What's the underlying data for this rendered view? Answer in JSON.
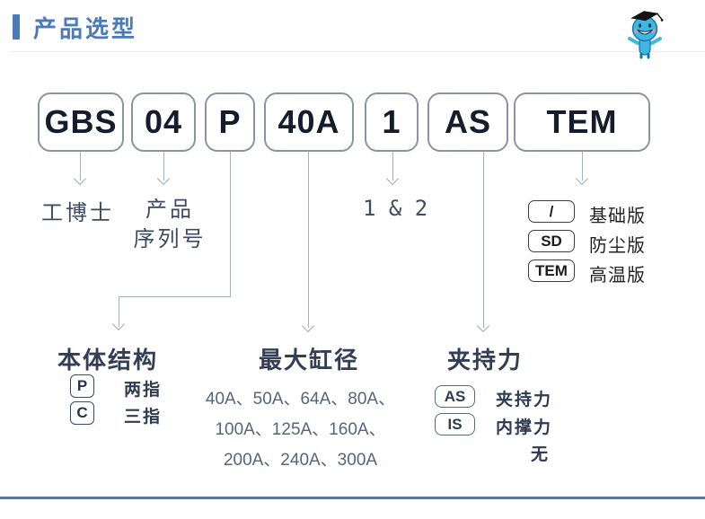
{
  "header": {
    "title": "产品选型"
  },
  "colors": {
    "accent": "#4a7ab8",
    "box_border": "#8a94a6",
    "box_text": "#151d2c"
  },
  "model_code": {
    "segments": [
      "GBS",
      "04",
      "P",
      "40A",
      "1",
      "AS",
      "TEM"
    ]
  },
  "callouts": {
    "brand": {
      "label": "工博士"
    },
    "series": {
      "line1": "产品",
      "line2": "序列号"
    },
    "finger_count": {
      "label": "1 & 2"
    },
    "body_structure": {
      "heading": "本体结构",
      "options": [
        {
          "code": "P",
          "desc": "两指"
        },
        {
          "code": "C",
          "desc": "三指"
        }
      ]
    },
    "max_bore": {
      "heading": "最大缸径",
      "lines": [
        "40A、50A、64A、80A、",
        "100A、125A、160A、",
        "200A、240A、300A"
      ]
    },
    "grip_force": {
      "heading": "夹持力",
      "options": [
        {
          "code": "AS",
          "desc": "夹持力"
        },
        {
          "code": "IS",
          "desc": "内撑力"
        },
        {
          "code": "",
          "desc": "无"
        }
      ]
    },
    "version": {
      "options": [
        {
          "code": "/",
          "desc": "基础版"
        },
        {
          "code": "SD",
          "desc": "防尘版"
        },
        {
          "code": "TEM",
          "desc": "高温版"
        }
      ]
    }
  }
}
